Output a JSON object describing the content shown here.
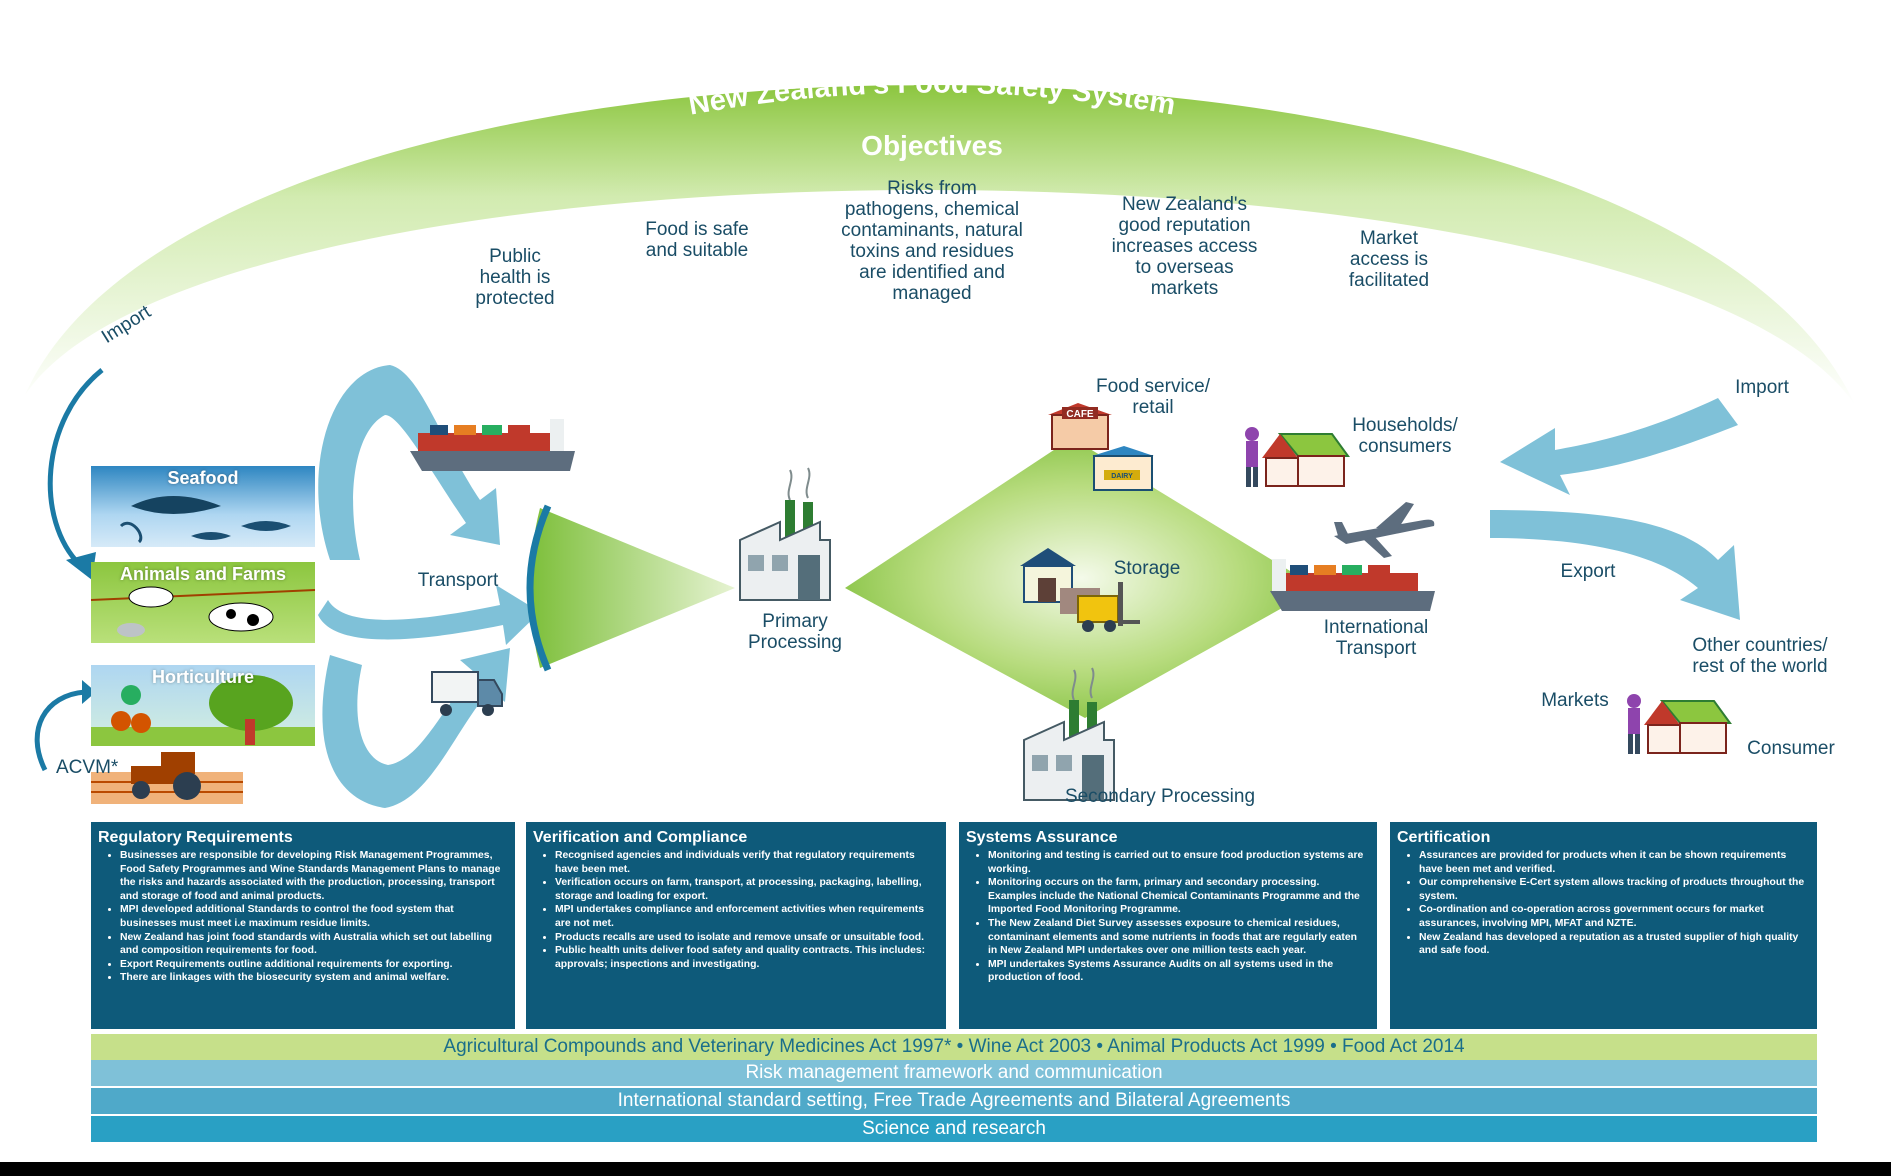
{
  "title": "New Zealand's Food Safety System",
  "objectives_heading": "Objectives",
  "colors": {
    "green": "#8cc63f",
    "dark_green": "#5a9e2f",
    "navy": "#0e5a7a",
    "light_blue": "#7fc1d8",
    "text_blue": "#1a4d66",
    "lime_bar": "#c6e08a"
  },
  "objectives": [
    "Public\nhealth is\nprotected",
    "Food is safe\nand suitable",
    "Risks from\npathogens, chemical\ncontaminants, natural\ntoxins and residues\nare identified and\nmanaged",
    "New Zealand's\ngood reputation\nincreases access\nto overseas\nmarkets",
    "Market\naccess is\nfacilitated"
  ],
  "sources": {
    "import_left": "Import",
    "seafood": "Seafood",
    "animals": "Animals and Farms",
    "horticulture": "Horticulture",
    "acvm": "ACVM*"
  },
  "flow": {
    "transport": "Transport",
    "primary": "Primary\nProcessing",
    "food_service": "Food service/\nretail",
    "cafe_sign": "CAFE",
    "dairy_sign": "DAIRY",
    "storage": "Storage",
    "secondary": "Secondary Processing",
    "international": "International\nTransport",
    "households": "Households/\nconsumers",
    "import_right": "Import",
    "export": "Export",
    "other_countries": "Other countries/\nrest of the world",
    "markets": "Markets",
    "consumer": "Consumer"
  },
  "panels": [
    {
      "title": "Regulatory Requirements",
      "items": [
        "Businesses are responsible for developing Risk Management Programmes, Food Safety Programmes and Wine Standards Management Plans to manage the risks and hazards associated with the production, processing, transport and storage of food and animal products.",
        "MPI developed additional Standards to control the food system that businesses must meet i.e maximum residue limits.",
        "New Zealand has joint food standards with Australia which set out labelling and composition requirements for food.",
        "Export Requirements outline additional requirements for exporting.",
        "There are linkages with the biosecurity system and animal welfare."
      ]
    },
    {
      "title": "Verification and Compliance",
      "items": [
        "Recognised agencies and individuals verify that regulatory requirements have been met.",
        "Verification occurs on farm, transport, at processing, packaging, labelling, storage and loading for export.",
        "MPI undertakes compliance and enforcement activities when requirements are not met.",
        "Products recalls are used to isolate and remove unsafe or unsuitable food.",
        "Public health units deliver food safety and quality contracts. This includes: approvals; inspections and investigating."
      ]
    },
    {
      "title": "Systems Assurance",
      "items": [
        "Monitoring and testing is carried out to ensure food production systems are working.",
        "Monitoring occurs on the farm, primary and secondary processing. Examples include the National Chemical Contaminants Programme and the Imported Food Monitoring Programme.",
        "The New Zealand Diet Survey assesses exposure to chemical residues, contaminant elements and some nutrients in foods that are regularly eaten in New Zealand MPI undertakes over one million tests each year.",
        "MPI undertakes Systems Assurance Audits on all systems used in the production of food."
      ]
    },
    {
      "title": "Certification",
      "items": [
        "Assurances are provided for products when it can be shown requirements have been met and verified.",
        "Our comprehensive E-Cert system allows tracking of products throughout the system.",
        "Co-ordination and co-operation across government occurs for market assurances, involving MPI, MFAT and NZTE.",
        "New Zealand has developed a reputation as a trusted supplier of high quality and safe food."
      ]
    }
  ],
  "bars": [
    "Agricultural Compounds and Veterinary Medicines Act 1997* • Wine Act 2003 • Animal Products Act 1999 • Food Act 2014",
    "Risk management framework and communication",
    "International standard setting, Free Trade Agreements and Bilateral Agreements",
    "Science and research"
  ]
}
